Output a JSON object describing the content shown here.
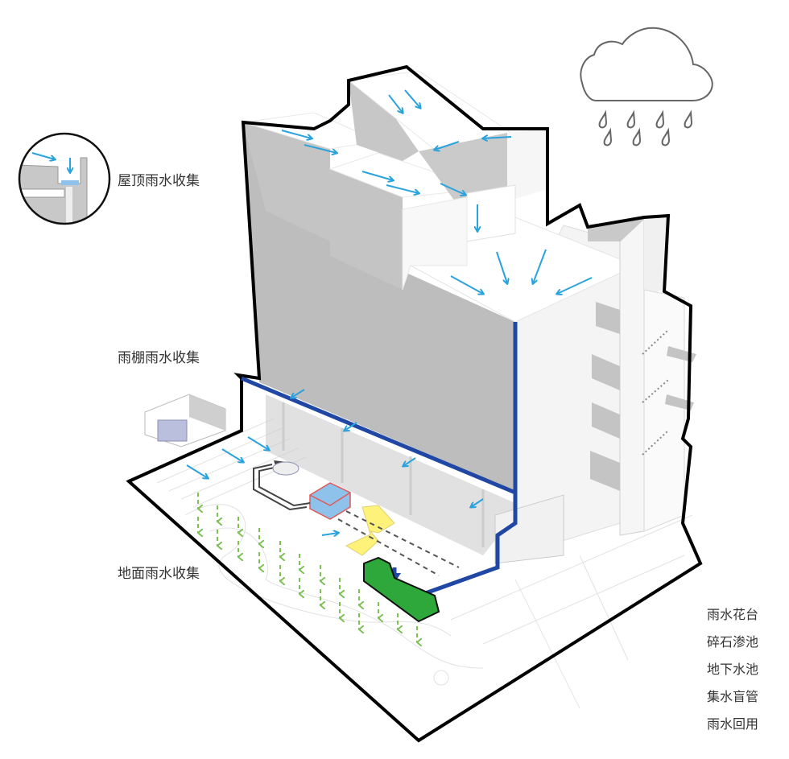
{
  "diagram": {
    "type": "rainwater-harvesting-axonometric",
    "weather_icon": "rain-cloud-icon"
  },
  "callouts": [
    {
      "label": "屋顶雨水收集",
      "icon": "roof-collection-detail-icon"
    },
    {
      "label": "雨棚雨水收集",
      "icon": "canopy-collection-detail-icon"
    },
    {
      "label": "地面雨水收集",
      "icon": "ground-collection-detail-icon"
    }
  ],
  "legend": {
    "items": [
      {
        "label": "雨水花台",
        "symbol": "swatch",
        "fill": "#2ea83a",
        "stroke": "#1e4d1e"
      },
      {
        "label": "碎石渗池",
        "symbol": "swatch",
        "fill": "#fff27a",
        "stroke": "#d0d0d0"
      },
      {
        "label": "地下水池",
        "symbol": "swatch",
        "fill": "#62aee0",
        "stroke": "#e06060"
      },
      {
        "label": "集水盲管",
        "symbol": "dashed-line",
        "stroke": "#555555"
      },
      {
        "label": "雨水回用",
        "symbol": "double-arrow",
        "stroke": "#555555"
      }
    ]
  },
  "colors": {
    "rain_arrow": "#2aa3dd",
    "gutter_pipe": "#1f47a3",
    "infiltration_arrow": "#7cc255",
    "building_shade": "#bfbfbf",
    "building_light": "#f5f5f5",
    "outline": "#000000"
  }
}
